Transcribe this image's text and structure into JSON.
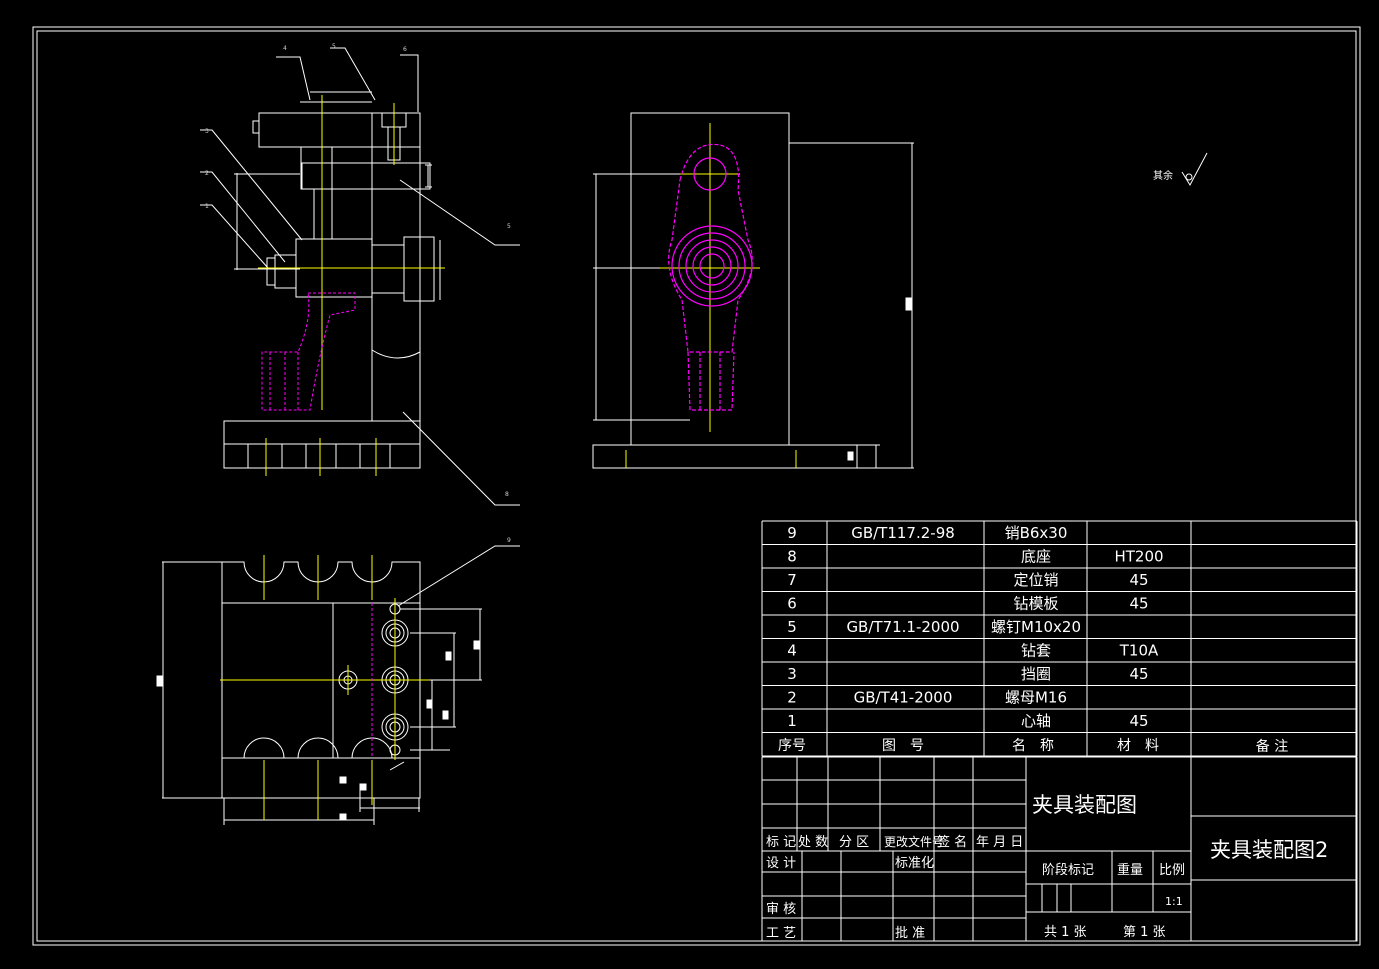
{
  "drawing": {
    "title": "夹具装配图",
    "drawing_no": "夹具装配图2",
    "surface_note": "其余",
    "scale": "1:1",
    "sheets_total_text": "共 1 张",
    "sheet_no_text": "第 1 张"
  },
  "bom_headers": {
    "seq": "序号",
    "code": "图　号",
    "name": "名　称",
    "material": "材　料",
    "remark": "备 注"
  },
  "bom": [
    {
      "seq": "9",
      "code": "GB/T117.2-98",
      "name": "销B6x30",
      "material": ""
    },
    {
      "seq": "8",
      "code": "",
      "name": "底座",
      "material": "HT200"
    },
    {
      "seq": "7",
      "code": "",
      "name": "定位销",
      "material": "45"
    },
    {
      "seq": "6",
      "code": "",
      "name": "钻模板",
      "material": "45"
    },
    {
      "seq": "5",
      "code": "GB/T71.1-2000",
      "name": "螺钉M10x20",
      "material": ""
    },
    {
      "seq": "4",
      "code": "",
      "name": "钻套",
      "material": "T10A"
    },
    {
      "seq": "3",
      "code": "",
      "name": "挡圈",
      "material": "45"
    },
    {
      "seq": "2",
      "code": "GB/T41-2000",
      "name": "螺母M16",
      "material": ""
    },
    {
      "seq": "1",
      "code": "",
      "name": "心轴",
      "material": "45"
    }
  ],
  "title_block": {
    "mark": "标 记",
    "qty": "处 数",
    "zone": "分 区",
    "change_doc": "更改文件号",
    "signature": "签 名",
    "date": "年 月 日",
    "design": "设 计",
    "standardize": "标准化",
    "review": "审 核",
    "process": "工 艺",
    "approve": "批 准",
    "stage_mark": "阶段标记",
    "weight": "重量",
    "scale_label": "比例"
  },
  "balloons": [
    "4",
    "5",
    "6",
    "3",
    "2",
    "1",
    "5",
    "8",
    "9"
  ],
  "colors": {
    "background": "#000000",
    "outline": "#ffffff",
    "centerline": "#ffff00",
    "part": "#ff00ff"
  }
}
